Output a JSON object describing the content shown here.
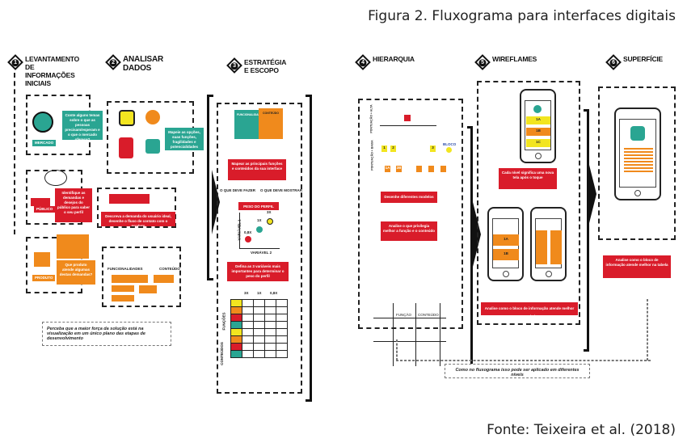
{
  "caption": "Figura 2. Fluxograma para interfaces digitais",
  "source": "Fonte: Teixeira et al. (2018)",
  "steps": [
    {
      "n": "1",
      "title": "Levantamento de informações iniciais"
    },
    {
      "n": "2",
      "title": "Analisar dados"
    },
    {
      "n": "3",
      "title": "Estratégia e escopo"
    },
    {
      "n": "4",
      "title": "Hierarquia"
    },
    {
      "n": "5",
      "title": "Wireflames"
    },
    {
      "n": "6",
      "title": "Superfície"
    }
  ],
  "step1": {
    "mercado": "MERCADO",
    "mercado_text": "Conte alguns temas sobre o que as pessoas precisam/esperam e o que o mercado oferece?",
    "publico": "PÚBLICO",
    "publico_text": "Identifique as demandas e desejos do público para saber o seu perfil",
    "produto": "PRODUTO",
    "produto_text": "Que produto atende algumas destas demandas?"
  },
  "step2": {
    "map_text": "Mapeie as opções, suas funções, fragilidades e potencialidades",
    "public_text": "Descreva a demanda do usuário ideal, desenhe o fluxo de contato com o produto",
    "funcionalidades": "FUNCIONALIDADES",
    "conteudo": "CONTEÚDO",
    "note": "Perceba que a maior força da solução está na visualização em um único plano das etapas de desenvolvimento"
  },
  "step3": {
    "doc1": "FUNCIONALIDADES",
    "doc2": "CONTEÚDO",
    "map_text": "Mapear as principais funções e conteúdos da sua interface",
    "deve_fazer": "O QUE DEVE FAZER",
    "deve_mostrar": "O QUE DEVE MOSTRAR",
    "peso": "PESO DO PERFIL",
    "var1": "VARIÁVEL 1",
    "var2": "VARIÁVEL 2",
    "w1": "0,8X",
    "w2": "1X",
    "w3": "3X",
    "define_text": "Defina as 3 variáveis mais importantes para determinar o peso do perfil",
    "t1": "3X",
    "t2": "1X",
    "t3": "0,8X",
    "rows1": "FUNÇÕES",
    "rows2": "CONTEÚDOS"
  },
  "step4": {
    "bloco": "BLOCO",
    "axis1": "PONTUAÇÃO + ALTA",
    "axis2": "PONTUAÇÃO + BAIXA",
    "n1": "1",
    "n2": "2",
    "n3": "3",
    "s1": "1A",
    "s2": "2B",
    "desenhe": "Desenhe diferentes modelos",
    "analise": "Analise o que privilegia melhor a função e o conteúdo",
    "col1": "FUNÇÃO",
    "col2": "CONTEÚDO"
  },
  "step5": {
    "cada_nivel": "Cada nível significa uma nova tela após o toque",
    "w1": "1A",
    "w2": "1B",
    "w3": "1C",
    "m1": "1A",
    "m2": "1B",
    "analise": "Analise como o bloco de informação atende melhor na tabela"
  },
  "step6": {
    "analise": "Analise como o bloco de informação atende melhor na tabela"
  },
  "bottom_note": "Como no fluxograma isso pode ser aplicado em diferentes níveis",
  "colors": {
    "red": "#d91c2a",
    "teal": "#2aa592",
    "orange": "#f08a1c",
    "yellow": "#f2e520"
  }
}
